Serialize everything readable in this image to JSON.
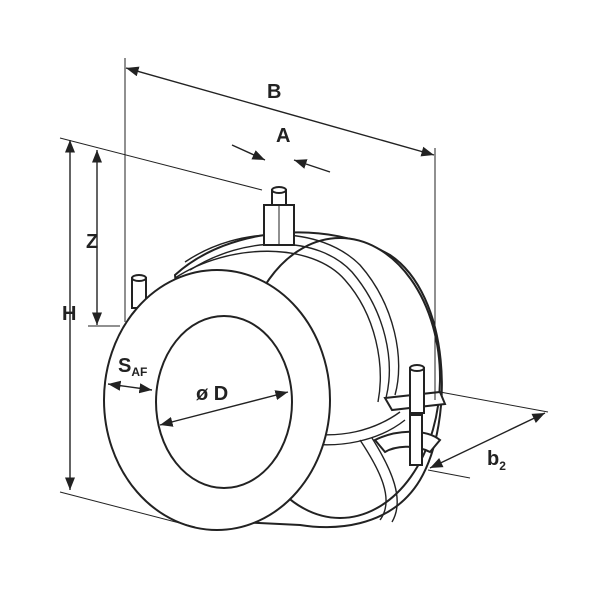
{
  "labels": {
    "B": "B",
    "A": "A",
    "Z": "Z",
    "H": "H",
    "S": "S",
    "S_sub": "AF",
    "D": "ø D",
    "b": "b",
    "b_sub": "2"
  },
  "colors": {
    "line": "#222222",
    "fill": "#ffffff"
  }
}
